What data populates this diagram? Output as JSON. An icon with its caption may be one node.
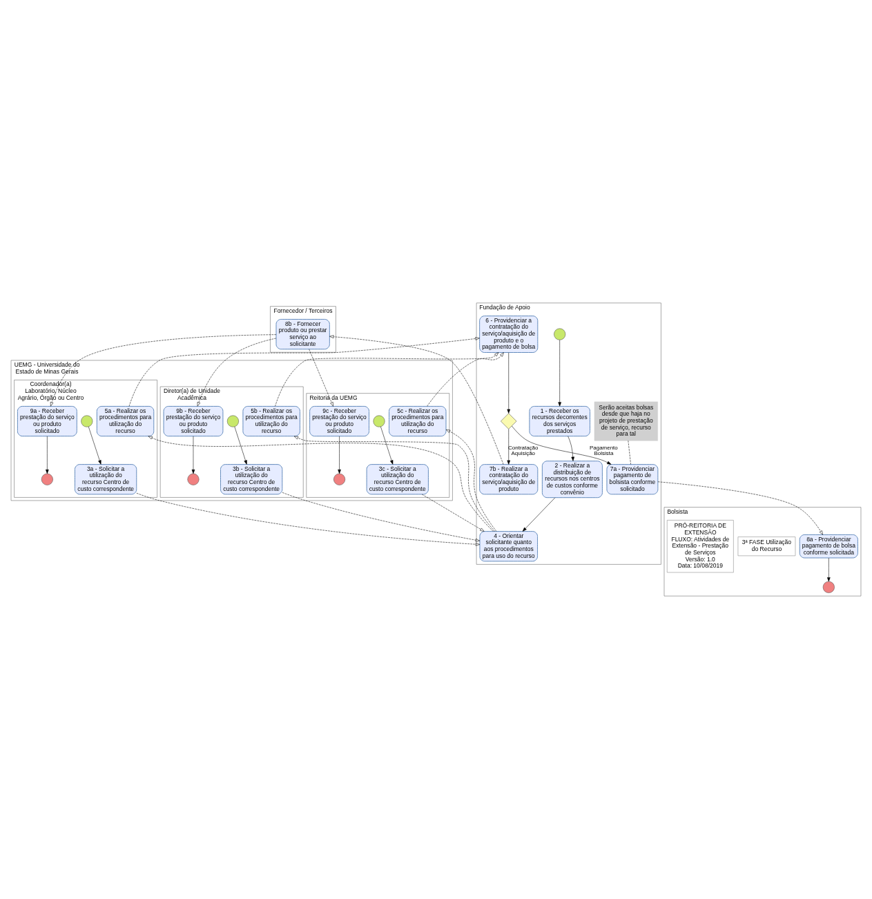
{
  "diagram": {
    "nodes": [
      {
        "text": [
          "Bolsista"
        ]
      },
      {
        "text": [
          "8a - Providenciar pagamento de bolsa conforme solicitada"
        ],
        "in": 0
      },
      {
        "text": [],
        "shape": "circle",
        "in": 0
      },
      {
        "text": [
          "Fornecedor / Terceiros"
        ]
      },
      {
        "text": [
          "8b - Fornecer produto ou prestar serviço ao solicitante"
        ],
        "in": 3
      },
      {
        "text": [
          "Fundação de Apoio"
        ]
      },
      {
        "text": [],
        "shape": "circle",
        "in": 5
      },
      {
        "text": [
          "1 - Receber os recursos decorrentes dos serviços prestados"
        ],
        "in": 5
      },
      {
        "text": [
          "2 - Realizar a distribuição de recursos nos centros de custos conforme convênio"
        ],
        "in": 5
      },
      {
        "text": [
          "4 - Orientar solicitante quanto aos procedimentos para uso do recurso"
        ],
        "in": 5
      },
      {
        "text": [
          "Serão aceitas bolsas desde que haja no projeto de prestação de serviço, recurso para tal"
        ],
        "in": 5
      },
      {
        "text": [
          "7a - Providenciar pagamento de bolsista conforme solicitado"
        ],
        "in": 5
      },
      {
        "text": [],
        "shape": "diamond",
        "in": 5
      },
      {
        "text": [
          "7b - Realizar a contratação do serviço/aquisição de produto"
        ],
        "in": 5
      },
      {
        "text": [
          "6 - Providenciar a contratação do serviço/aquisição de produto e o pagamento de bolsa"
        ],
        "in": 5
      },
      {
        "text": [
          "UEMG - Universidade do Estado de Minas Gerais"
        ]
      },
      {
        "text": [
          "Coordenador(a) Laboratório, Núcleo Agrário, Órgão ou Centro"
        ],
        "in": 15
      },
      {
        "text": [],
        "shape": "circle",
        "in": 16
      },
      {
        "text": [
          "3a - Solicitar a utilização do recurso Centro de custo correspondente"
        ],
        "in": 16
      },
      {
        "text": [
          "5a - Realizar os procedimentos para utilização do recurso"
        ],
        "in": 16
      },
      {
        "text": [
          "9a - Receber prestação do serviço ou produto solicitado"
        ],
        "in": 16
      },
      {
        "text": [],
        "shape": "circle",
        "in": 16
      },
      {
        "text": [
          "Diretor(a) de Unidade Acadêmica"
        ],
        "in": 15
      },
      {
        "text": [],
        "shape": "circle",
        "in": 22
      },
      {
        "text": [
          "3b - Solicitar a utilização do recurso Centro de custo correspondente"
        ],
        "in": 22
      },
      {
        "text": [
          "5b - Realizar os procedimentos para utilização do recurso"
        ],
        "in": 22
      },
      {
        "text": [
          "9b - Receber prestação do serviço ou produto solicitado"
        ],
        "in": 22
      },
      {
        "text": [],
        "shape": "circle",
        "in": 22
      },
      {
        "text": [
          "Reitoria da UEMG"
        ],
        "in": 15
      },
      {
        "text": [],
        "shape": "circle",
        "in": 28
      },
      {
        "text": [
          "3c - Solicitar a utilização do recurso Centro de custo correspondente"
        ],
        "in": 28
      },
      {
        "text": [
          "5c - Realizar os procedimentos para utilização do recurso"
        ],
        "in": 28
      },
      {
        "text": [
          "9c - Receber prestação do serviço ou produto solicitado"
        ],
        "in": 28
      },
      {
        "text": [],
        "shape": "circle",
        "in": 28
      },
      {
        "text": [
          "3ª FASE Utilização do Recurso"
        ],
        "in": 0
      },
      {
        "text": [
          "PRÓ-REITORIA DE EXTENSÃO",
          "FLUXO: Atividades de Extensão - Prestação de Serviços",
          "Versão: 1.0",
          "Data: 10/08/2019"
        ],
        "in": 0
      }
    ],
    "edges": [
      {
        "from": 1,
        "to": 2,
        "arrow": "to"
      },
      {
        "from": 6,
        "to": 7,
        "arrow": "to"
      },
      {
        "from": 7,
        "to": 8,
        "arrow": "to"
      },
      {
        "from": 8,
        "to": 9,
        "arrow": "to"
      },
      {
        "from": 17,
        "to": 18,
        "arrow": "to"
      },
      {
        "from": 23,
        "to": 24,
        "arrow": "to"
      },
      {
        "from": 29,
        "to": 30,
        "arrow": "to"
      },
      {
        "from": 18,
        "to": 9,
        "arrow": "to",
        "style": "dashed"
      },
      {
        "from": 24,
        "to": 9,
        "arrow": "to",
        "style": "dashed"
      },
      {
        "from": 30,
        "to": 9,
        "arrow": "to",
        "style": "dashed"
      },
      {
        "from": 9,
        "to": 19,
        "arrow": "to",
        "style": "dashed"
      },
      {
        "from": 9,
        "to": 25,
        "arrow": "to",
        "style": "dashed"
      },
      {
        "from": 9,
        "to": 31,
        "arrow": "to",
        "style": "dashed"
      },
      {
        "from": 19,
        "to": 14,
        "arrow": "to",
        "style": "dashed"
      },
      {
        "from": 25,
        "to": 14,
        "arrow": "to",
        "style": "dashed"
      },
      {
        "from": 31,
        "to": 14,
        "arrow": "to",
        "style": "dashed"
      },
      {
        "from": 14,
        "to": 12,
        "arrow": "to"
      },
      {
        "from": 12,
        "to": 11,
        "arrow": "to",
        "label": "Pagamento Bolsista"
      },
      {
        "from": 12,
        "to": 13,
        "arrow": "to",
        "label": "Contratação Aquisição"
      },
      {
        "from": 10,
        "to": 11,
        "arrow": "none",
        "style": "dashed"
      },
      {
        "from": 11,
        "to": 1,
        "arrow": "to",
        "style": "dashed"
      },
      {
        "from": 13,
        "to": 4,
        "arrow": "to",
        "style": "dashed"
      },
      {
        "from": 4,
        "to": 20,
        "arrow": "to",
        "style": "dashed"
      },
      {
        "from": 4,
        "to": 26,
        "arrow": "to",
        "style": "dashed"
      },
      {
        "from": 4,
        "to": 32,
        "arrow": "to",
        "style": "dashed"
      },
      {
        "from": 20,
        "to": 21,
        "arrow": "to"
      },
      {
        "from": 26,
        "to": 27,
        "arrow": "to"
      },
      {
        "from": 32,
        "to": 33,
        "arrow": "to"
      }
    ]
  }
}
